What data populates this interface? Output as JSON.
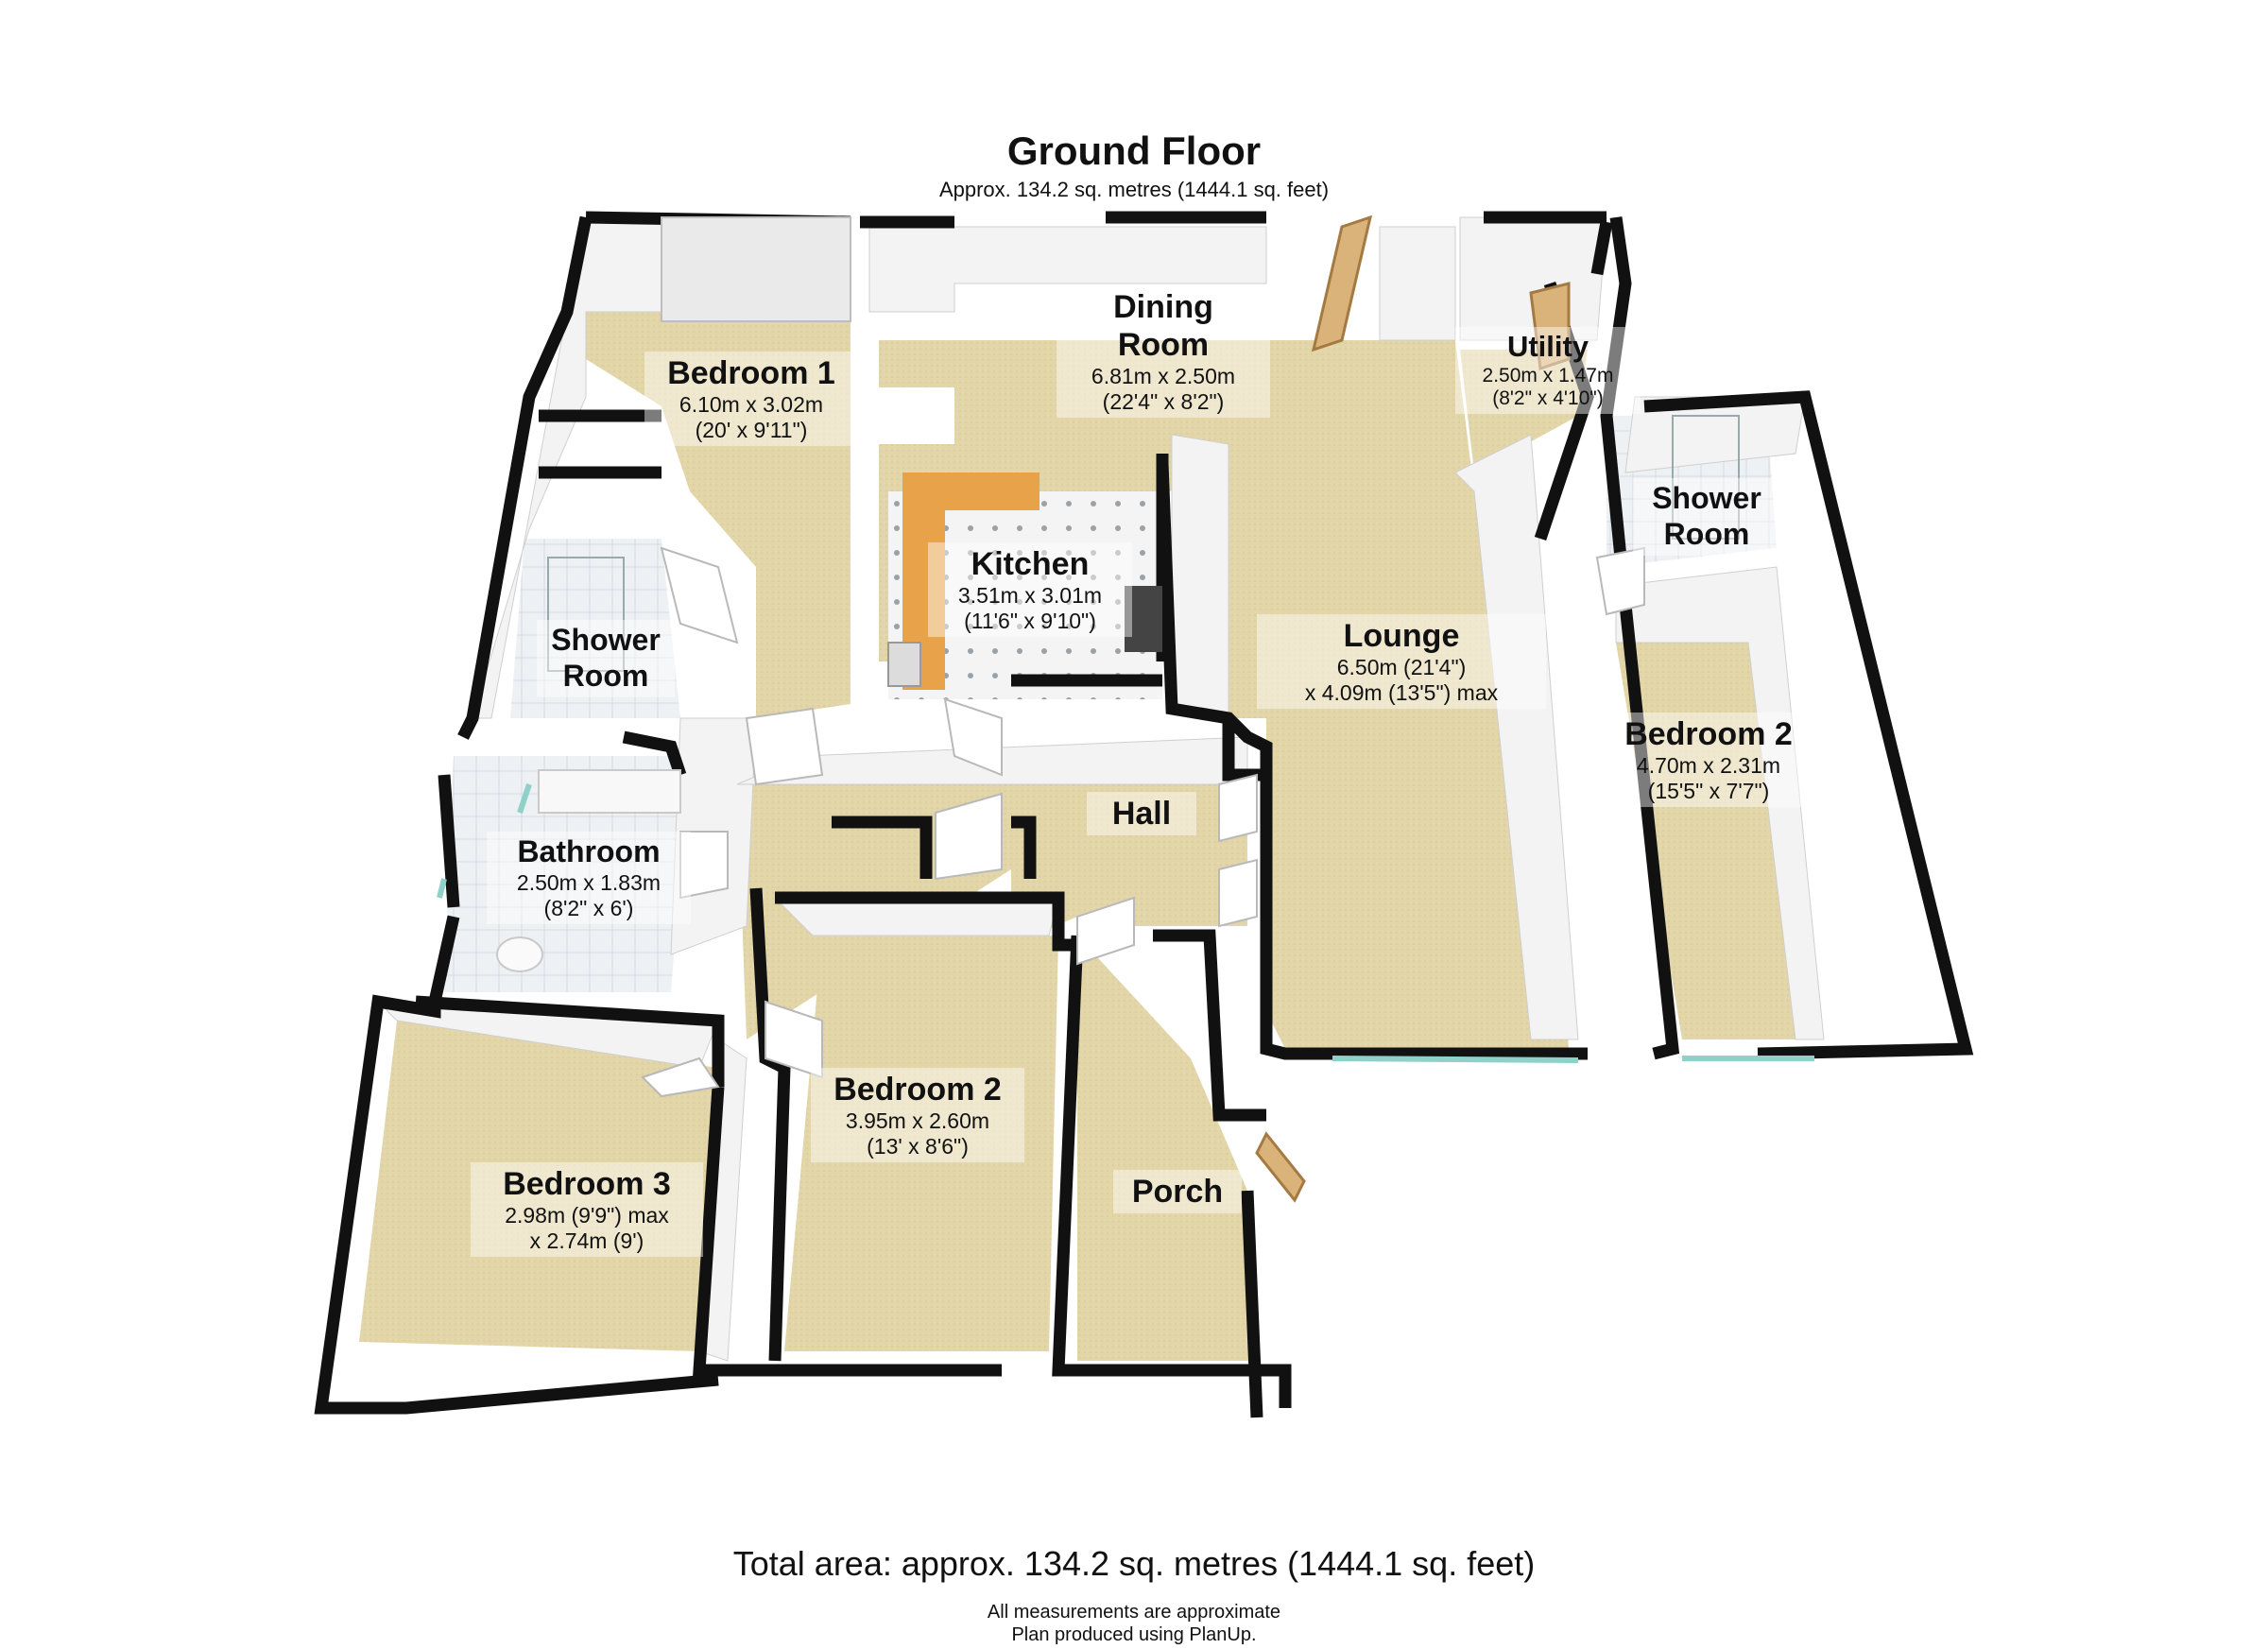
{
  "header": {
    "title": "Ground Floor",
    "subtitle": "Approx. 134.2 sq. metres (1444.1 sq. feet)"
  },
  "rooms": {
    "bedroom1": {
      "name": "Bedroom 1",
      "dim1": "6.10m x 3.02m",
      "dim2": "(20' x 9'11\")"
    },
    "dining": {
      "name": "Dining Room",
      "name1": "Dining",
      "name2": "Room",
      "dim1": "6.81m x 2.50m",
      "dim2": "(22'4\" x 8'2\")"
    },
    "utility": {
      "name": "Utility",
      "dim1": "2.50m x 1.47m",
      "dim2": "(8'2\" x 4'10\")"
    },
    "shower_right": {
      "name1": "Shower",
      "name2": "Room"
    },
    "kitchen": {
      "name": "Kitchen",
      "dim1": "3.51m x 3.01m",
      "dim2": "(11'6\" x 9'10\")"
    },
    "shower_left": {
      "name1": "Shower",
      "name2": "Room"
    },
    "lounge": {
      "name": "Lounge",
      "dim1": "6.50m (21'4\")",
      "dim2": "x 4.09m (13'5\") max"
    },
    "bedroom2_right": {
      "name": "Bedroom 2",
      "dim1": "4.70m x 2.31m",
      "dim2": "(15'5\" x 7'7\")"
    },
    "hall": {
      "name": "Hall"
    },
    "bathroom": {
      "name": "Bathroom",
      "dim1": "2.50m x 1.83m",
      "dim2": "(8'2\" x 6')"
    },
    "bedroom2_center": {
      "name": "Bedroom 2",
      "dim1": "3.95m x 2.60m",
      "dim2": "(13' x 8'6\")"
    },
    "bedroom3": {
      "name": "Bedroom 3",
      "dim1": "2.98m (9'9\") max",
      "dim2": "x 2.74m (9')"
    },
    "porch": {
      "name": "Porch"
    }
  },
  "footer": {
    "total": "Total area: approx. 134.2 sq. metres (1444.1 sq. feet)",
    "note1": "All measurements are approximate",
    "note2": "Plan produced using PlanUp."
  },
  "colors": {
    "floor": "#e2d5a8",
    "wall_top": "#111111",
    "wall_face": "#f2f2f2",
    "worktop": "#e8a24a",
    "tile": "#e9edf1",
    "door": "#d9b37a"
  }
}
